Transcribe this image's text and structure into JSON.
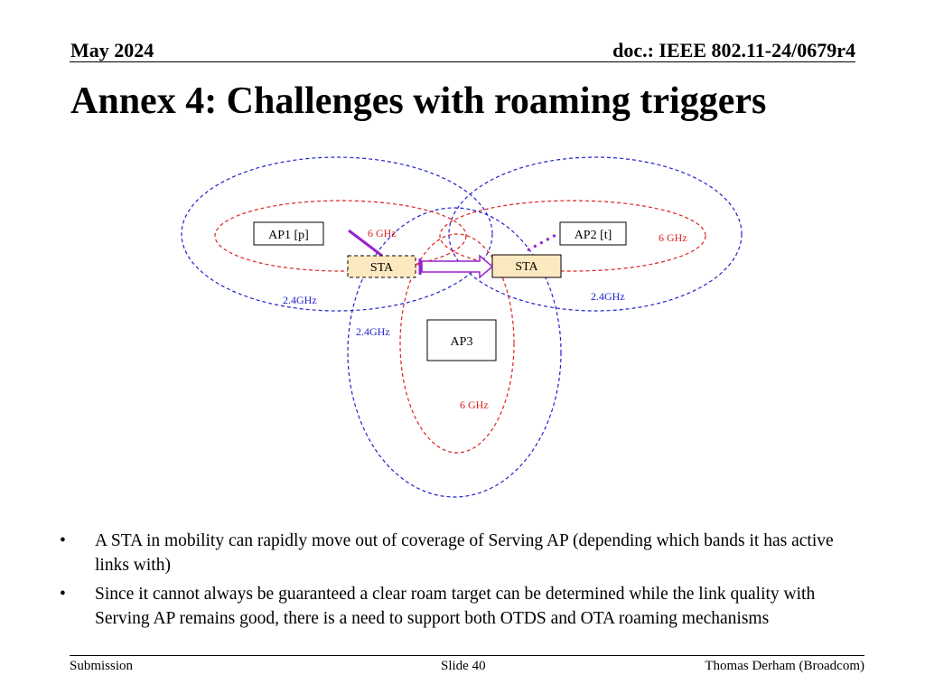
{
  "header": {
    "date": "May 2024",
    "doc": "doc.: IEEE 802.11-24/0679r4"
  },
  "title": "Annex 4: Challenges with roaming triggers",
  "diagram": {
    "ap1": "AP1 [p]",
    "ap2": "AP2 [t]",
    "ap3": "AP3",
    "sta_old": "STA",
    "sta_new": "STA",
    "band_6ghz": "6 GHz",
    "band_24ghz": "2.4GHz",
    "colors": {
      "band_24": "#2222cc",
      "band_6": "#dd2222",
      "link": "#9922cc",
      "sta_fill": "#fde9bf"
    }
  },
  "bullets": [
    {
      "marker": "•",
      "text": "A STA in mobility can rapidly move out of coverage of Serving AP (depending which bands it has active links with)"
    },
    {
      "marker": "•",
      "text": "Since it cannot always be guaranteed a clear roam target can be determined while the link quality with Serving AP remains good, there is a need to support both OTDS and OTA roaming mechanisms"
    }
  ],
  "footer": {
    "left": "Submission",
    "center": "Slide 40",
    "right": "Thomas Derham (Broadcom)"
  }
}
